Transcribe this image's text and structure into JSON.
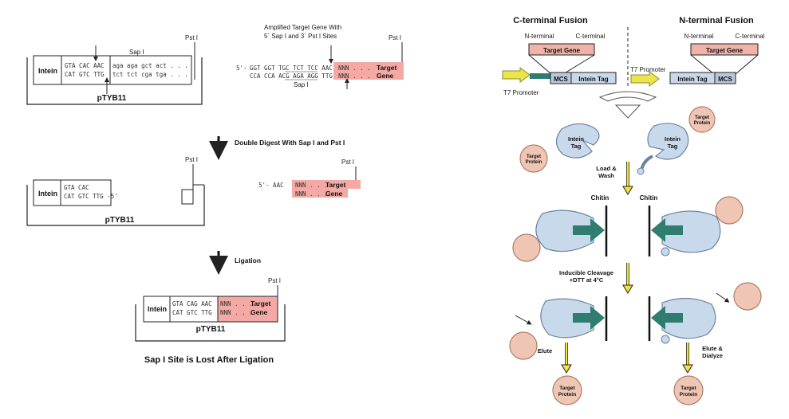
{
  "left": {
    "panel1": {
      "intein": "Intein",
      "seq_top": "GTA  CAC  AAC",
      "seq_bottom": "CAT  GTC  TTG",
      "sap_seq_top": "aga  aga  gct   act  . . .",
      "sap_seq_bottom": "tct  tct  cga   tga  . . .",
      "sap_label": "Sap I",
      "pst_label": "Pst I",
      "plasmid": "pTYB11"
    },
    "amplified": {
      "title_line1": "Amplified Target Gene With",
      "title_line2": "5´ Sap I and 3´ Pst I Sites",
      "pst_label": "Pst I",
      "five_prime": "5'-",
      "seq_top": "GGT  GGT  TGC  TCT  TCC  AAC",
      "seq_bottom": "CCA  CCA  ACG  AGA  AGG  TTG",
      "nnn_top": "NNN  . . .",
      "nnn_bottom": "NNN  . . .",
      "target": "Target",
      "gene": "Gene",
      "sap_label": "Sap I"
    },
    "step1": "Double Digest With Sap I and Pst I",
    "panel2": {
      "intein": "Intein",
      "seq_top": "GTA  CAC",
      "seq_bottom": "CAT  GTC  TTG -5'",
      "pst_label": "Pst I",
      "plasmid": "pTYB11"
    },
    "digested": {
      "pst_label": "Pst I",
      "five_prime": "5'-  AAC",
      "nnn_top": "NNN  . . .",
      "nnn_bottom": "NNN  . . .",
      "target": "Target",
      "gene": "Gene"
    },
    "step2": "Ligation",
    "panel3": {
      "pst_label": "Pst I",
      "intein": "Intein",
      "seq_top": "GTA  CAG  AAC",
      "seq_bottom": "CAT  GTC  TTG",
      "nnn_top": "NNN  . . .",
      "nnn_bottom": "NNN  . . .",
      "target": "Target",
      "gene": "Gene",
      "plasmid": "pTYB11"
    },
    "caption": "Sap I Site is Lost After Ligation"
  },
  "right": {
    "c_title": "C-terminal Fusion",
    "n_title": "N-terminal Fusion",
    "n_terminal": "N-terminal",
    "c_terminal": "C-terminal",
    "target_gene": "Target Gene",
    "mcs": "MCS",
    "intein_tag": "Intein Tag",
    "t7_promoter": "T7 Promoter",
    "target_protein_1": "Target",
    "target_protein_2": "Protein",
    "intein_1": "Intein",
    "intein_2": "Tag",
    "load_wash_1": "Load &",
    "load_wash_2": "Wash",
    "chitin": "Chitin",
    "cleavage_1": "Inducible Cleavage",
    "cleavage_2": "+DTT at 4°C",
    "elute": "Elute",
    "elute_dialyze_1": "Elute &",
    "elute_dialyze_2": "Dialyze"
  },
  "colors": {
    "pink": "#f4a9a5",
    "protein": "#efc6b4",
    "protein_stroke": "#b07b6a",
    "intein_fill": "#c9d9ec",
    "intein_stroke": "#6b83a3",
    "teal": "#2e7d6e",
    "yellow": "#f2e43a",
    "mcs": "#b9c7dd"
  }
}
